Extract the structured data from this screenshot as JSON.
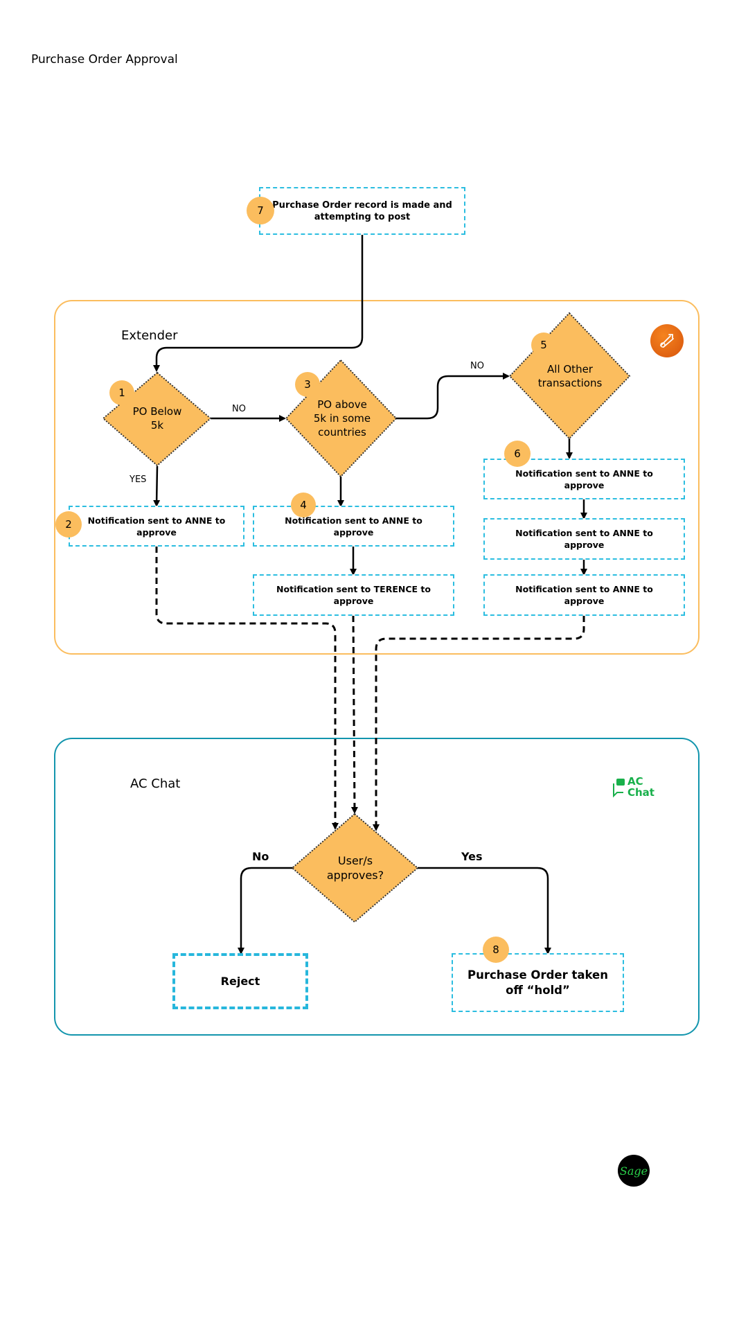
{
  "page_title": "Purchase Order Approval",
  "sections": {
    "extender": "Extender",
    "ac_chat": "AC Chat"
  },
  "steps": {
    "n1": "1",
    "n2": "2",
    "n3": "3",
    "n4": "4",
    "n5": "5",
    "n6": "6",
    "n7": "7",
    "n8": "8"
  },
  "nodes": {
    "start": "Purchase Order record is made and attempting to post",
    "d1": "PO Below\n5k",
    "d3": "PO above\n5k in some\ncountries",
    "d5": "All Other\ntransactions",
    "box2": "Notification sent to ANNE to approve",
    "box4": "Notification sent to ANNE to approve",
    "box4b": "Notification sent to TERENCE to approve",
    "box6a": "Notification sent to ANNE to approve",
    "box6b": "Notification sent to ANNE to approve",
    "box6c": "Notification sent to ANNE to approve",
    "decision": "User/s\napproves?",
    "reject": "Reject",
    "approved": "Purchase Order taken off “hold”"
  },
  "edge_labels": {
    "no1": "NO",
    "no2": "NO",
    "yes1": "YES",
    "no_final": "No",
    "yes_final": "Yes"
  },
  "logos": {
    "extender": "extender-icon",
    "ac_chat_text_1": "AC",
    "ac_chat_text_2": "Chat",
    "sage": "Sage"
  },
  "colors": {
    "diamond_fill": "#fbbd5e",
    "badge_fill": "#fbbd5e",
    "box_border": "#2bbde0",
    "extender_border": "#fbbd5e",
    "acchat_border": "#1295ad",
    "acchat_green": "#19b04b"
  }
}
